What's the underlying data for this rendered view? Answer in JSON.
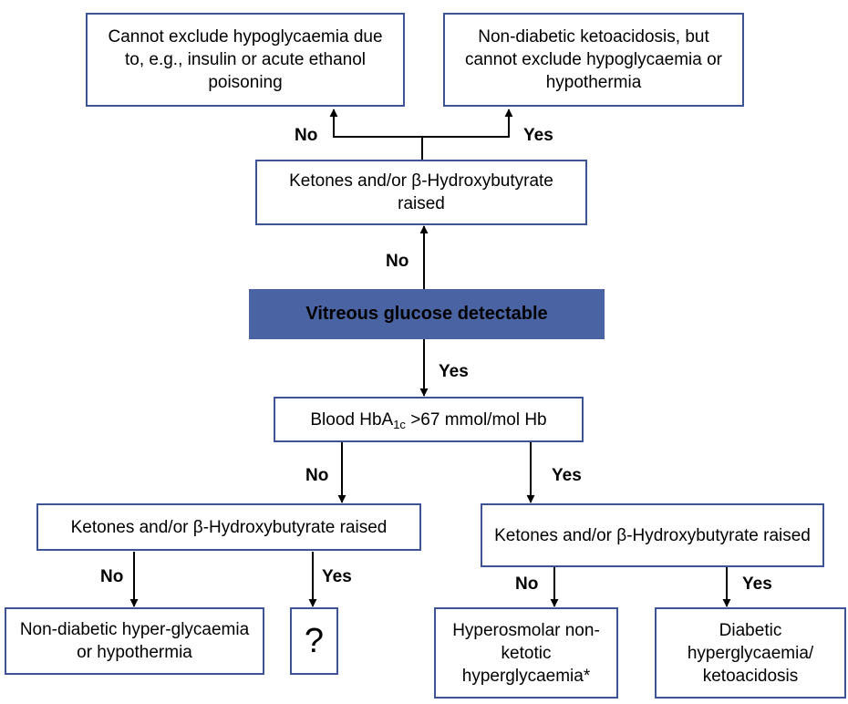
{
  "colors": {
    "box_border": "#3d5597",
    "decision_fill": "#4a63a2",
    "line": "#000000"
  },
  "nodes": {
    "cannot_exclude": "Cannot exclude hypoglycaemia due to, e.g., insulin or acute ethanol poisoning",
    "nondiabetic_keto": "Non-diabetic ketoacidosis, but cannot exclude hypoglycaemia or hypothermia",
    "ketones_top": "Ketones and/or β-Hydroxybutyrate raised",
    "vitreous": "Vitreous glucose detectable",
    "hba1c": {
      "pre": "Blood HbA",
      "sub": "1c",
      "post": " >67 mmol/mol Hb"
    },
    "ketones_left": "Ketones and/or β-Hydroxybutyrate raised",
    "ketones_right": "Ketones and/or β-Hydroxybutyrate raised",
    "nondiabetic_hyper": "Non-diabetic hyper-glycaemia or hypothermia",
    "question": "?",
    "hyperosmolar": "Hyperosmolar non-ketotic hyperglycaemia*",
    "diabetic": "Diabetic hyperglycaemia/ ketoacidosis"
  },
  "edges": {
    "top_no": "No",
    "top_yes": "Yes",
    "vit_no": "No",
    "vit_yes": "Yes",
    "hba_no": "No",
    "hba_yes": "Yes",
    "left_no": "No",
    "left_yes": "Yes",
    "right_no": "No",
    "right_yes": "Yes"
  }
}
